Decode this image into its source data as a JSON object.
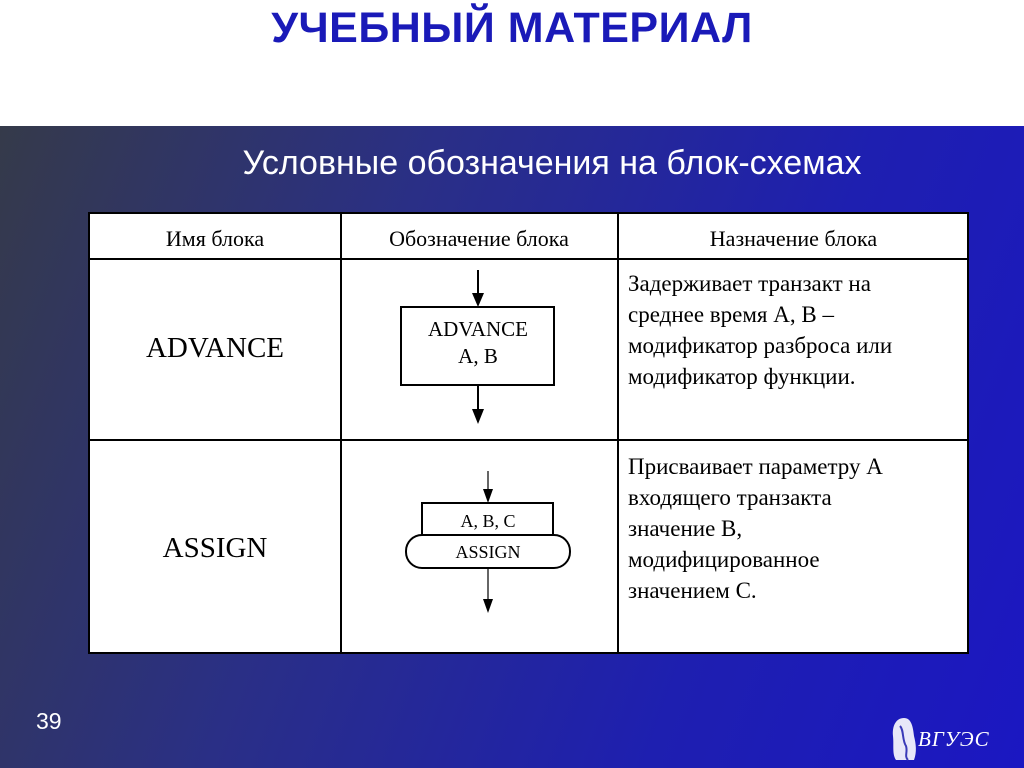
{
  "slide": {
    "title": "УЧЕБНЫЙ МАТЕРИАЛ",
    "subtitle": "Условные обозначения на блок-схемах",
    "page_number": "39",
    "logo_text": "ВГУЭС"
  },
  "table": {
    "headers": [
      "Имя блока",
      "Обозначение блока",
      "Назначение блока"
    ],
    "rows": [
      {
        "name": "ADVANCE",
        "symbol_lines": [
          "ADVANCE",
          "A, B"
        ],
        "description": [
          "Задерживает транзакт на",
          "среднее время А, В –",
          "модификатор разброса или",
          "модификатор функции."
        ]
      },
      {
        "name": "ASSIGN",
        "symbol_top": "A, B, C",
        "symbol_bottom": "ASSIGN",
        "description": [
          "Присваивает параметру А",
          "входящего транзакта",
          "значение В,",
          "модифицированное",
          "значением С."
        ]
      }
    ]
  },
  "colors": {
    "title": "#1a1ab8",
    "panel_start": "#353a4a",
    "panel_end": "#1b17c2"
  }
}
